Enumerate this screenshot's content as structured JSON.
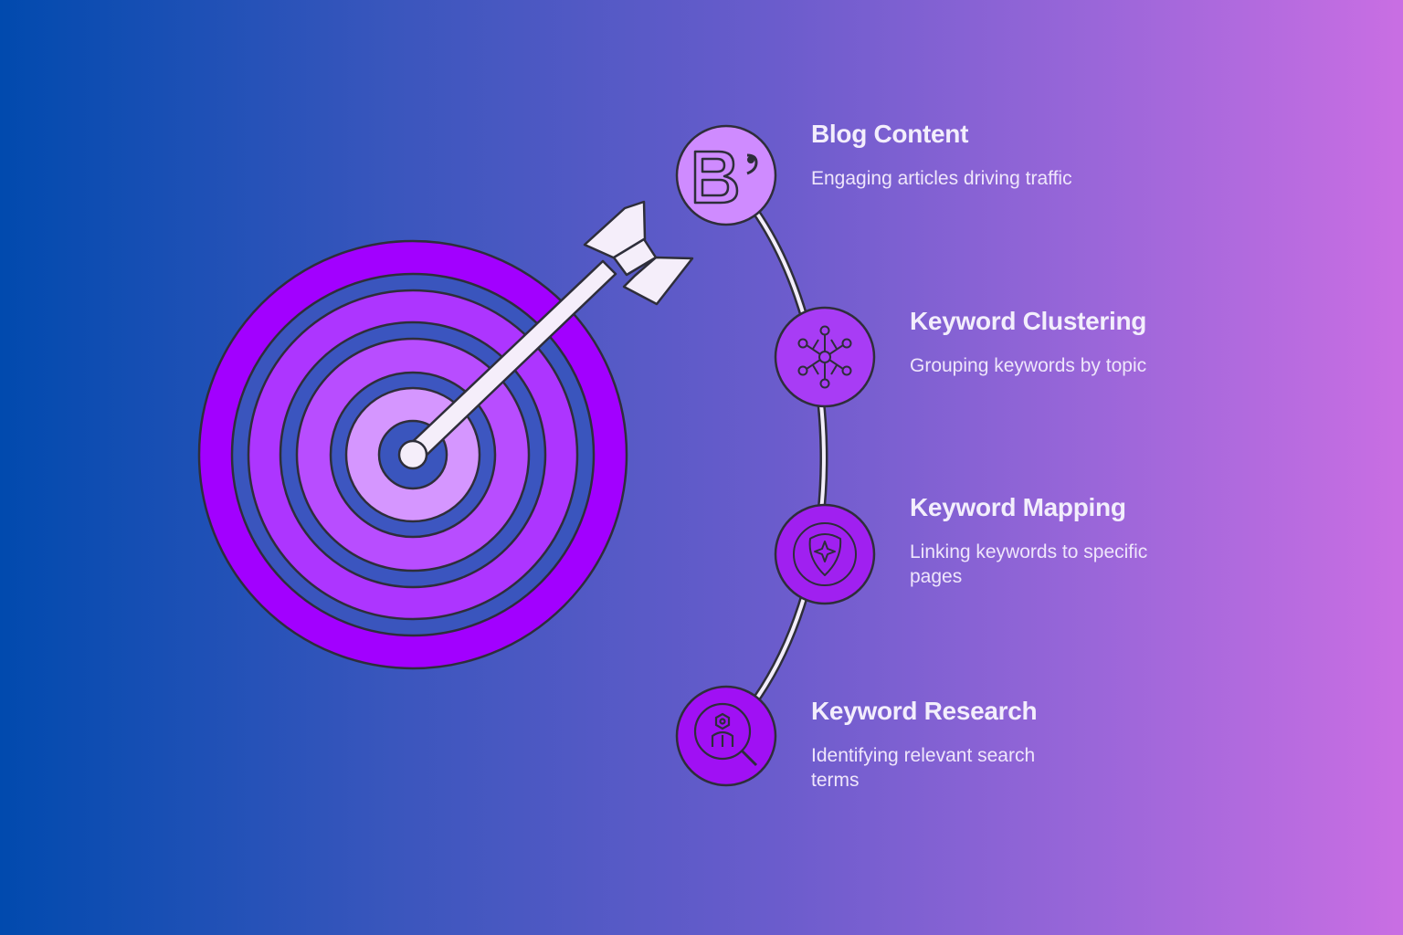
{
  "colors": {
    "gradient_left": "#014aae",
    "gradient_right": "#c96ee3",
    "target_ring_outer": "#a200ff",
    "target_ring_gap": "#3a55bd",
    "target_center": "#d596ff",
    "arrow": "#f5eefa",
    "node_light": "#cf8bff",
    "node_dark": "#a010f4",
    "outline": "#2e2e3a"
  },
  "target": {
    "icon": "target-icon",
    "arrow_icon": "arrow-icon"
  },
  "steps": [
    {
      "title": "Blog Content",
      "description": "Engaging articles driving traffic",
      "icon": "blog-icon"
    },
    {
      "title": "Keyword Clustering",
      "description": "Grouping keywords by topic",
      "icon": "network-cluster-icon"
    },
    {
      "title": "Keyword Mapping",
      "description": "Linking keywords to specific pages",
      "icon": "map-pin-icon"
    },
    {
      "title": "Keyword Research",
      "description": "Identifying relevant search terms",
      "icon": "search-person-icon"
    }
  ]
}
